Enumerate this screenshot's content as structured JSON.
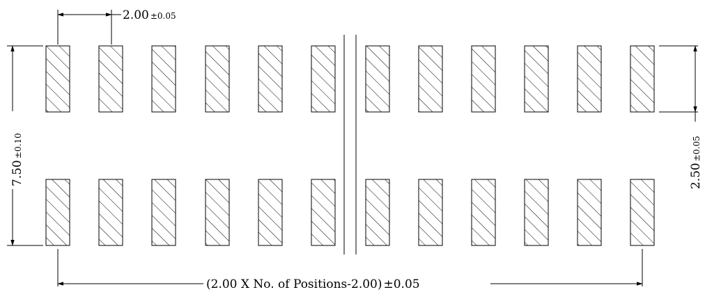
{
  "dimensions": {
    "pitch": {
      "main": "2.00",
      "tol": "±0.05"
    },
    "row_span": {
      "main": "7.50",
      "tol": "±0.10"
    },
    "pad_length": {
      "main": "2.50",
      "tol": "±0.05"
    },
    "overall": {
      "main": "(2.00 X No. of Positions-2.00)",
      "tol": "±0.05"
    }
  },
  "pads": {
    "rows": 2,
    "left_group_count": 6,
    "right_group_count": 6
  }
}
